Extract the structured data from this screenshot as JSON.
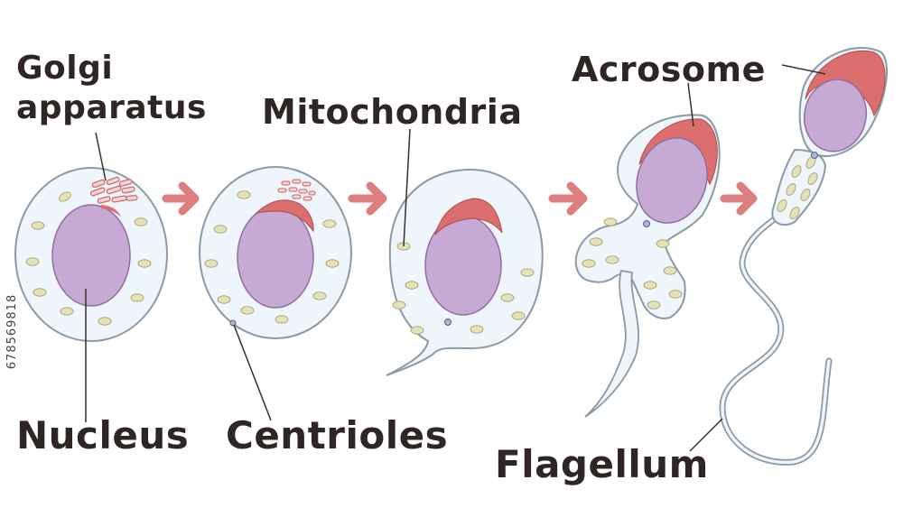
{
  "labels": {
    "golgi_line1": "Golgi",
    "golgi_line2": "apparatus",
    "mitochondria": "Mitochondria",
    "acrosome": "Acrosome",
    "nucleus": "Nucleus",
    "centrioles": "Centrioles",
    "flagellum": "Flagellum"
  },
  "stock_id": "678569818",
  "colors": {
    "cell_fill": "#eef5fb",
    "cell_stroke": "#8a9aa5",
    "nucleus": "#c7aad4",
    "acrosome": "#dd6e6e",
    "mitochondria": "#e5e2b5",
    "arrow": "#dd7f7f",
    "text": "#2f2524"
  }
}
